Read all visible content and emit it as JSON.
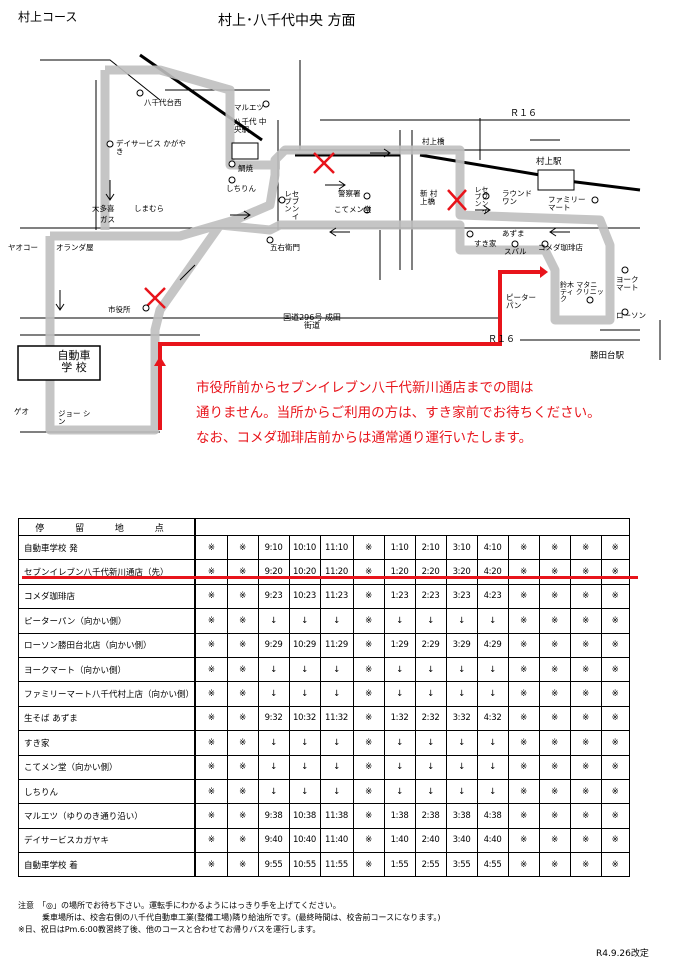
{
  "header": {
    "course": "村上コース",
    "title": "村上･八千代中央 方面"
  },
  "map": {
    "labels": {
      "yachiyo_dai_nishi": "八千代台西",
      "maruetsu": "マルエツ",
      "yachiyo_chuo_eki": "八千代 中央駅",
      "day_service": "デイサービス かがやき",
      "shirahama": "鯛焼",
      "shichirin": "しちりん",
      "ota_kama": "大多喜",
      "shimamura": "しまむら",
      "gasu": "ガス",
      "seven": "セブンイレブン",
      "keisatsusho": "警察署",
      "kotemen": "こてメン堂",
      "murakami_bashi": "村上橋",
      "r16_top": "Ｒ１６",
      "murakami_eki": "村上駅",
      "shin_murakami_bashi": "新 村上橋",
      "seven2": "セブンイレブン",
      "round_one": "ラウンド ワン",
      "family_mart": "ファミリー マート",
      "yaoko": "ヤオコー",
      "oranda": "オランダ屋",
      "goishi": "五右衛門",
      "sukiya": "すき家",
      "azuma": "あずま",
      "komeda": "コメダ珈琲店",
      "suzuki": "スバル",
      "yorkmart": "ヨーク マート",
      "clinic": "鈴木 マタニティ クリニック",
      "lawson": "ローソン",
      "shiyakusho": "市役所",
      "route296": "国道296号 成田街道",
      "peterpan": "ピーター パン",
      "r16_bottom": "Ｒ１６",
      "katsutadai_eki": "勝田台駅",
      "jidousha_gakko": "自動車 学 校",
      "geo": "ゲオ",
      "joshin": "ジョー シン"
    }
  },
  "notice": {
    "line1": "市役所前からセブンイレブン八千代新川通店までの間は",
    "line2": "通りません。当所からご利用の方は、すき家前でお待ちください。",
    "line3": "なお、コメダ珈琲店前からは通常通り運行いたします。"
  },
  "timetable": {
    "header": "停 留 地 点",
    "rows": [
      {
        "stop": "自動車学校 発",
        "cells": [
          "※",
          "※",
          "9:10",
          "10:10",
          "11:10",
          "※",
          "1:10",
          "2:10",
          "3:10",
          "4:10",
          "※",
          "※",
          "※",
          "※"
        ]
      },
      {
        "stop": "セブンイレブン八千代新川通店（先）",
        "cells": [
          "※",
          "※",
          "9:20",
          "10:20",
          "11:20",
          "※",
          "1:20",
          "2:20",
          "3:20",
          "4:20",
          "※",
          "※",
          "※",
          "※"
        ]
      },
      {
        "stop": "コメダ珈琲店",
        "cells": [
          "※",
          "※",
          "9:23",
          "10:23",
          "11:23",
          "※",
          "1:23",
          "2:23",
          "3:23",
          "4:23",
          "※",
          "※",
          "※",
          "※"
        ]
      },
      {
        "stop": "ピーターパン（向かい側）",
        "cells": [
          "※",
          "※",
          "↓",
          "↓",
          "↓",
          "※",
          "↓",
          "↓",
          "↓",
          "↓",
          "※",
          "※",
          "※",
          "※"
        ]
      },
      {
        "stop": "ローソン勝田台北店（向かい側）",
        "cells": [
          "※",
          "※",
          "9:29",
          "10:29",
          "11:29",
          "※",
          "1:29",
          "2:29",
          "3:29",
          "4:29",
          "※",
          "※",
          "※",
          "※"
        ]
      },
      {
        "stop": "ヨークマート（向かい側）",
        "cells": [
          "※",
          "※",
          "↓",
          "↓",
          "↓",
          "※",
          "↓",
          "↓",
          "↓",
          "↓",
          "※",
          "※",
          "※",
          "※"
        ]
      },
      {
        "stop": "ファミリーマート八千代村上店（向かい側）",
        "cells": [
          "※",
          "※",
          "↓",
          "↓",
          "↓",
          "※",
          "↓",
          "↓",
          "↓",
          "↓",
          "※",
          "※",
          "※",
          "※"
        ]
      },
      {
        "stop": "生そば あずま",
        "cells": [
          "※",
          "※",
          "9:32",
          "10:32",
          "11:32",
          "※",
          "1:32",
          "2:32",
          "3:32",
          "4:32",
          "※",
          "※",
          "※",
          "※"
        ]
      },
      {
        "stop": "すき家",
        "cells": [
          "※",
          "※",
          "↓",
          "↓",
          "↓",
          "※",
          "↓",
          "↓",
          "↓",
          "↓",
          "※",
          "※",
          "※",
          "※"
        ]
      },
      {
        "stop": "こてメン堂（向かい側）",
        "cells": [
          "※",
          "※",
          "↓",
          "↓",
          "↓",
          "※",
          "↓",
          "↓",
          "↓",
          "↓",
          "※",
          "※",
          "※",
          "※"
        ]
      },
      {
        "stop": "しちりん",
        "cells": [
          "※",
          "※",
          "↓",
          "↓",
          "↓",
          "※",
          "↓",
          "↓",
          "↓",
          "↓",
          "※",
          "※",
          "※",
          "※"
        ]
      },
      {
        "stop": "マルエツ（ゆりのき通り沿い）",
        "cells": [
          "※",
          "※",
          "9:38",
          "10:38",
          "11:38",
          "※",
          "1:38",
          "2:38",
          "3:38",
          "4:38",
          "※",
          "※",
          "※",
          "※"
        ]
      },
      {
        "stop": "デイサービスカガヤキ",
        "cells": [
          "※",
          "※",
          "9:40",
          "10:40",
          "11:40",
          "※",
          "1:40",
          "2:40",
          "3:40",
          "4:40",
          "※",
          "※",
          "※",
          "※"
        ]
      },
      {
        "stop": "自動車学校 着",
        "cells": [
          "※",
          "※",
          "9:55",
          "10:55",
          "11:55",
          "※",
          "1:55",
          "2:55",
          "3:55",
          "4:55",
          "※",
          "※",
          "※",
          "※"
        ]
      }
    ]
  },
  "notes": {
    "line1": "注意　「◎」の場所でお待ち下さい。運転手にわかるようにはっきり手を上げてください。",
    "line2": "　　　乗車場所は、校舎右側の八千代自動車工業(整備工場)隣り給油所です。(最終時間は、校舎前コースになります。)",
    "line3": "※日、祝日はPm.6:00教習終了後、他のコースと合わせてお帰りバスを運行します。"
  },
  "revision": "R4.9.26改定"
}
